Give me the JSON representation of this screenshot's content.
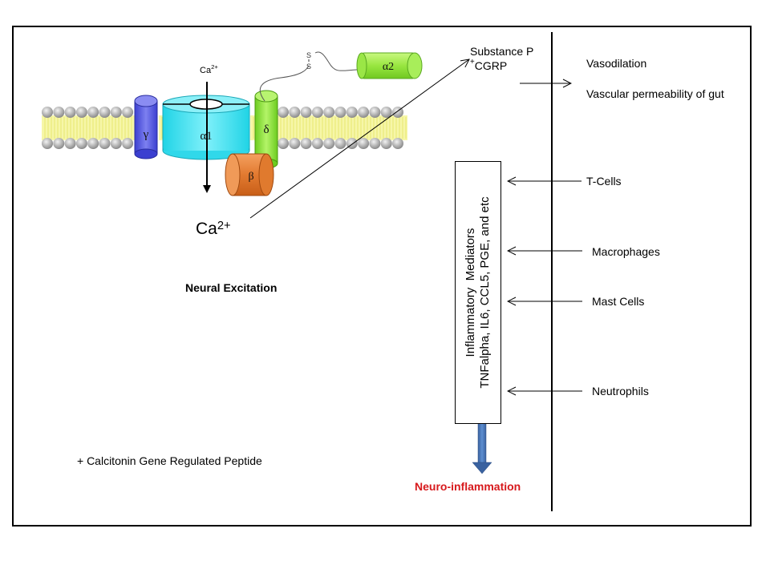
{
  "diagram": {
    "title": "Calcium channel mediated neuro-inflammation",
    "channel": {
      "ion_top": {
        "base": "Ca",
        "charge": "2+"
      },
      "subunits": {
        "alpha1": "α1",
        "alpha2": "α2",
        "beta": "β",
        "gamma": "γ",
        "delta": "δ"
      },
      "disulfide": [
        "S",
        "S"
      ],
      "colors": {
        "alpha1": "#33e0f0",
        "alpha2": "#9be84a",
        "beta": "#e07a2e",
        "gamma": "#5a5ee0",
        "delta": "#8ee03a",
        "lipid_head": "#b8b8b8",
        "lipid_tail": "#f4f4a0"
      }
    },
    "ion_bottom": {
      "base": "Ca",
      "charge": "2+"
    },
    "neural_excitation": "Neural Excitation",
    "footnote": "+ Calcitonin Gene Regulated Peptide",
    "release": {
      "line1": "Substance P",
      "line2_sup": "+",
      "line2": "CGRP"
    },
    "effects": [
      "Vasodilation",
      "Vascular permeability of gut"
    ],
    "mediators": {
      "line1": "Inflammatory  Mediators",
      "line2": "TNFalpha, IL6, CCL5, PGE, and etc"
    },
    "cells": [
      "T-Cells",
      "Macrophages",
      "Mast Cells",
      "Neutrophils"
    ],
    "outcome": "Neuro-inflammation",
    "colors": {
      "outcome_text": "#d7191c",
      "down_arrow": "#4a78b8",
      "lines": "#000000"
    }
  }
}
